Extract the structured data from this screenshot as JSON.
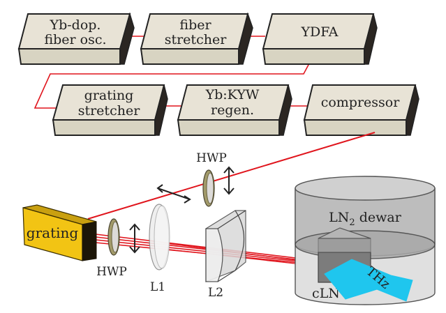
{
  "figure": {
    "title": "Laser system and THz generation setup"
  },
  "blocks": [
    {
      "id": "osc",
      "line1": "Yb-dop.",
      "line2": "fiber osc."
    },
    {
      "id": "fstretch",
      "line1": "fiber",
      "line2": "stretcher"
    },
    {
      "id": "ydfa",
      "line1": "YDFA",
      "line2": ""
    },
    {
      "id": "gstretch",
      "line1": "grating",
      "line2": "stretcher"
    },
    {
      "id": "regen",
      "line1": "Yb:KYW",
      "line2": "regen."
    },
    {
      "id": "compressor",
      "line1": "compressor",
      "line2": ""
    }
  ],
  "optics": {
    "grating": "grating",
    "hwp_top": "HWP",
    "hwp_bottom": "HWP",
    "lens1": "L1",
    "lens2": "L2",
    "dewar_prefix": "LN",
    "dewar_sub": "2",
    "dewar_suffix": " dewar",
    "crystal": "cLN",
    "thz": "THz"
  },
  "colors": {
    "box_face": "#e8e3d6",
    "box_bottom": "#d8d4c2",
    "box_side": "#2b2622",
    "beam": "#e0141c",
    "grating_face": "#f2c414",
    "thz": "#1fc6ee",
    "dewar_gray": "#bdbdbd"
  }
}
